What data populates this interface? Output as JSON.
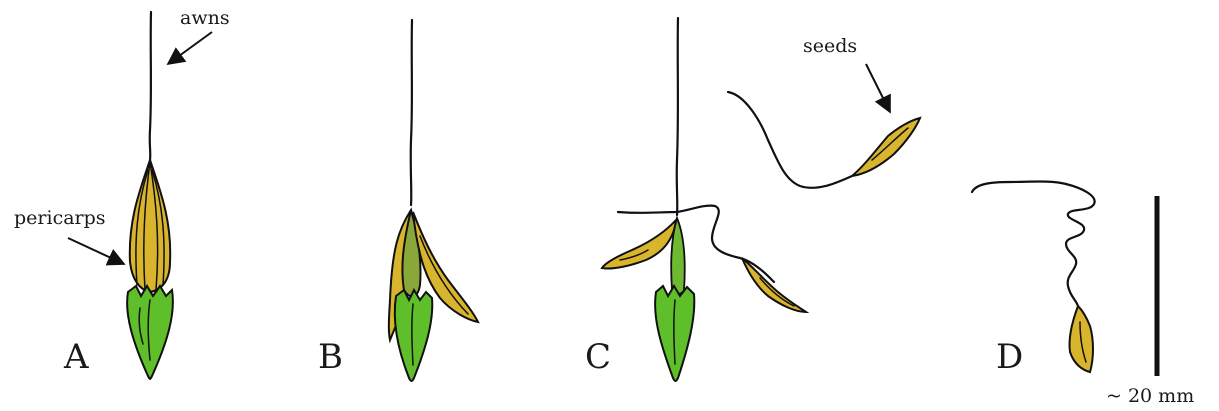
{
  "annotations": {
    "awns": "awns",
    "pericarps": "pericarps",
    "seeds": "seeds"
  },
  "panels": {
    "a": "A",
    "b": "B",
    "c": "C",
    "d": "D"
  },
  "scale_bar": {
    "label": "~ 20 mm"
  },
  "colors": {
    "pericarp_yellow": "#d9b52e",
    "calyx_green": "#5fbf2a",
    "ink": "#111111"
  }
}
